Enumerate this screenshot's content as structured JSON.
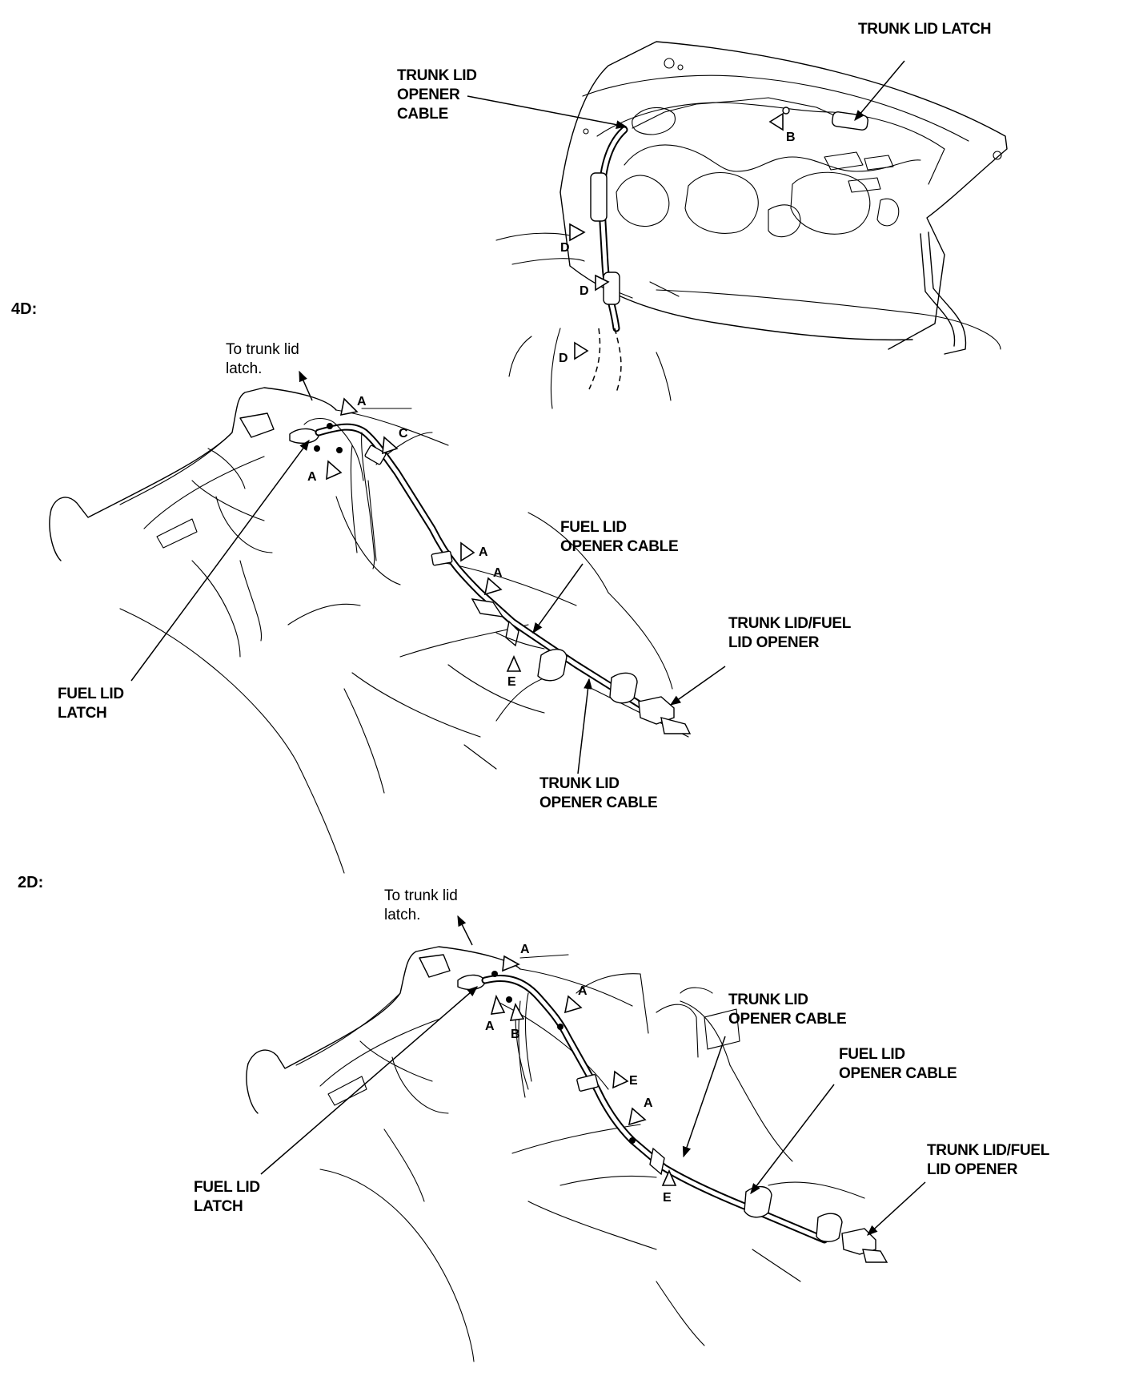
{
  "trunk_lid_view": {
    "labels": {
      "trunk_lid_latch": "TRUNK LID LATCH",
      "trunk_lid_opener_cable": [
        "TRUNK LID",
        "OPENER",
        "CABLE"
      ]
    },
    "markers": [
      "B",
      "D",
      "D",
      "D"
    ]
  },
  "view_4d": {
    "section_label": "4D:",
    "note": [
      "To trunk lid",
      "latch."
    ],
    "labels": {
      "fuel_lid_opener_cable": [
        "FUEL LID",
        "OPENER CABLE"
      ],
      "trunk_lid_fuel_lid_opener": [
        "TRUNK LID/FUEL",
        "LID OPENER"
      ],
      "fuel_lid_latch": [
        "FUEL LID",
        "LATCH"
      ],
      "trunk_lid_opener_cable": [
        "TRUNK LID",
        "OPENER CABLE"
      ]
    },
    "markers": [
      "A",
      "A",
      "C",
      "A",
      "A",
      "E"
    ]
  },
  "view_2d": {
    "section_label": "2D:",
    "note": [
      "To trunk lid",
      "latch."
    ],
    "labels": {
      "trunk_lid_opener_cable": [
        "TRUNK LID",
        "OPENER CABLE"
      ],
      "fuel_lid_opener_cable": [
        "FUEL LID",
        "OPENER CABLE"
      ],
      "trunk_lid_fuel_lid_opener": [
        "TRUNK LID/FUEL",
        "LID OPENER"
      ],
      "fuel_lid_latch": [
        "FUEL LID",
        "LATCH"
      ]
    },
    "markers": [
      "A",
      "A",
      "B",
      "A",
      "E",
      "A",
      "E"
    ]
  }
}
